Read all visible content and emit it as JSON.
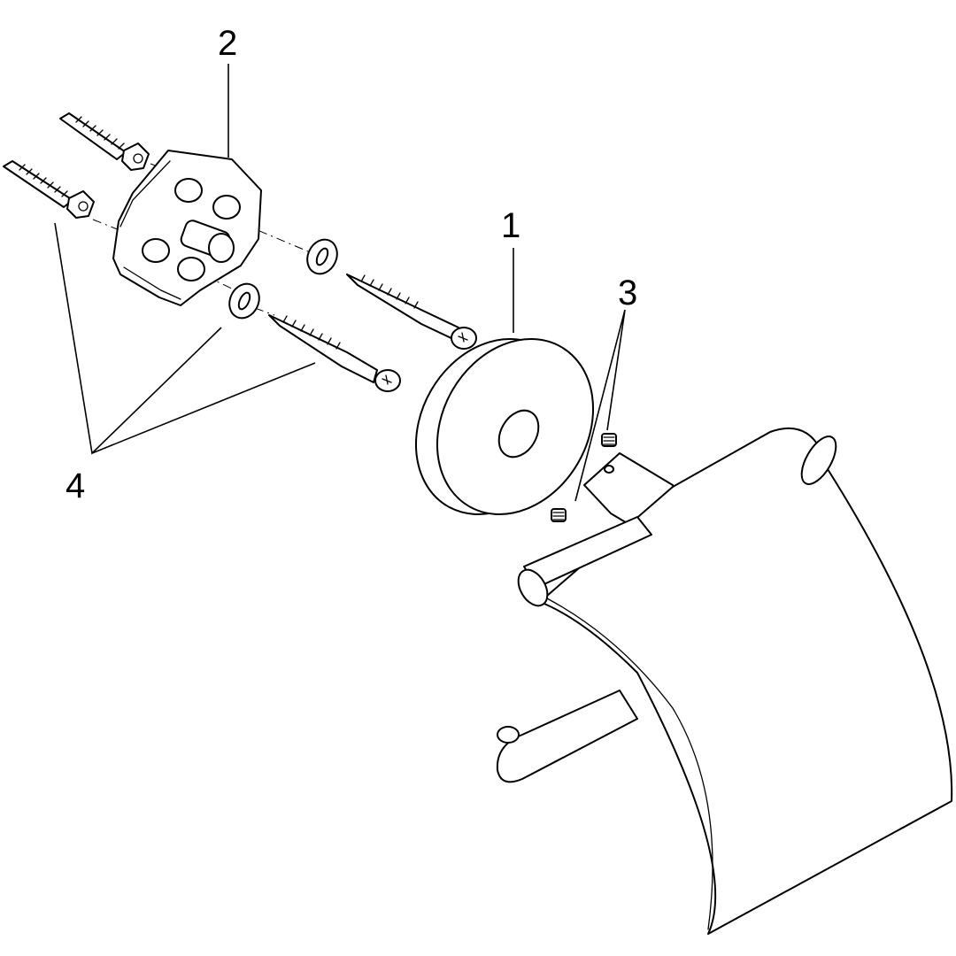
{
  "diagram": {
    "callouts": [
      {
        "id": "1",
        "label": "1"
      },
      {
        "id": "2",
        "label": "2"
      },
      {
        "id": "3",
        "label": "3"
      },
      {
        "id": "4",
        "label": "4"
      }
    ],
    "colors": {
      "line": "#000000",
      "background": "#ffffff"
    }
  }
}
